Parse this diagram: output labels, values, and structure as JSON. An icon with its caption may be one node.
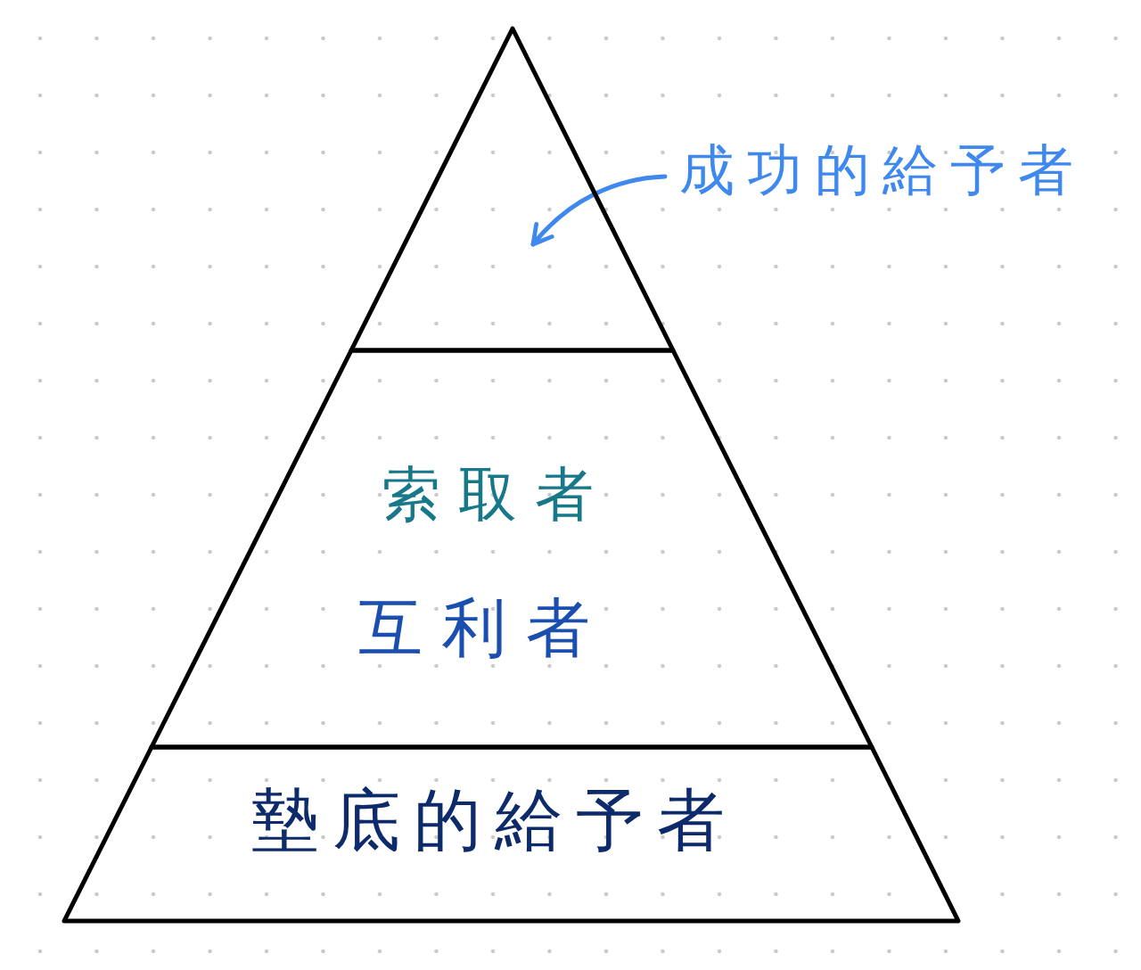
{
  "diagram": {
    "nodes": [
      {
        "text": [],
        "shape": "triangle"
      },
      {
        "text": [
          "成功的給予者"
        ]
      },
      {
        "text": [
          "索取者",
          "互利者"
        ]
      },
      {
        "text": [
          "墊底的給予者"
        ]
      }
    ],
    "edges": [
      {
        "from": 1,
        "to": 0,
        "arrow": "to",
        "color": "#3f88ee"
      }
    ]
  }
}
